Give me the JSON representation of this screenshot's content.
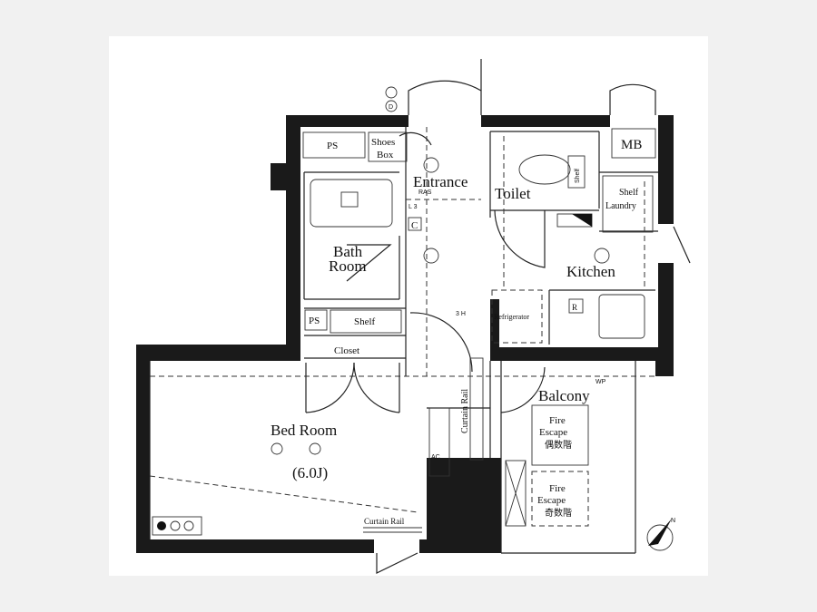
{
  "plan": {
    "rooms": {
      "entrance": "Entrance",
      "toilet": "Toilet",
      "bath_line1": "Bath",
      "bath_line2": "Room",
      "kitchen": "Kitchen",
      "bedroom": "Bed Room",
      "bedroom_size": "(6.0J)",
      "balcony": "Balcony",
      "closet": "Closet"
    },
    "fixtures": {
      "ps_top": "PS",
      "ps_closet": "PS",
      "shoes_line1": "Shoes",
      "shoes_line2": "Box",
      "mb": "MB",
      "shelf_closet": "Shelf",
      "shelf_toilet": "Shelf",
      "shelf_laundry": "Shelf",
      "laundry": "Laundry",
      "refrigerator": "Refrigerator",
      "curtain_rail_vertical": "Curtain Rail",
      "curtain_rail_bottom": "Curtain Rail",
      "fire1_line1": "Fire",
      "fire1_line2": "Escape",
      "fire1_line3": "偶数階",
      "fire2_line1": "Fire",
      "fire2_line2": "Escape",
      "fire2_line3": "奇数階",
      "c_box": "C",
      "r_box": "R",
      "d_symbol": "D",
      "ac": "AC",
      "wp": "WP",
      "ras": "RAS",
      "l3": "L 3",
      "h3": "3 H",
      "north": "N"
    }
  }
}
